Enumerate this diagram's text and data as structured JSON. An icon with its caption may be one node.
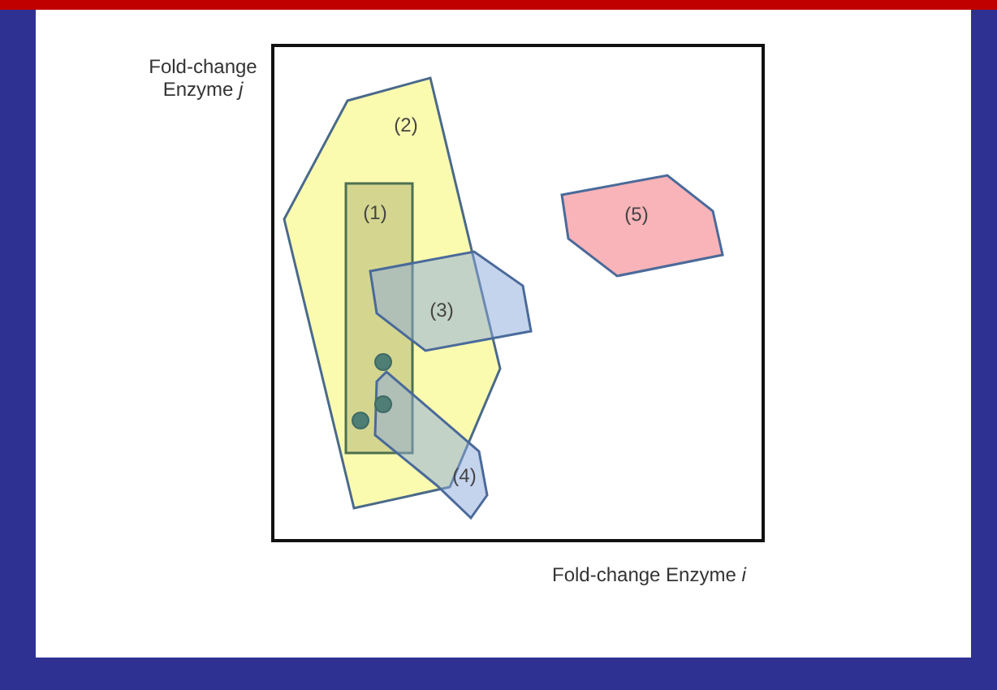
{
  "diagram": {
    "nodes": [
      {
        "text": [
          "(2)"
        ]
      },
      {
        "text": [
          "(1)"
        ],
        "in": 0
      },
      {
        "text": [
          "(3)"
        ]
      },
      {
        "text": [
          "(4)"
        ]
      },
      {
        "text": [
          "(5)"
        ]
      },
      {
        "text": [],
        "shape": "circle",
        "in": 1
      },
      {
        "text": [],
        "shape": "circle"
      },
      {
        "text": [],
        "shape": "circle",
        "in": 1
      }
    ],
    "edges": [],
    "labels": [
      "Fold-change Enzyme *j*",
      "Fold-change Enzyme *i*"
    ]
  }
}
